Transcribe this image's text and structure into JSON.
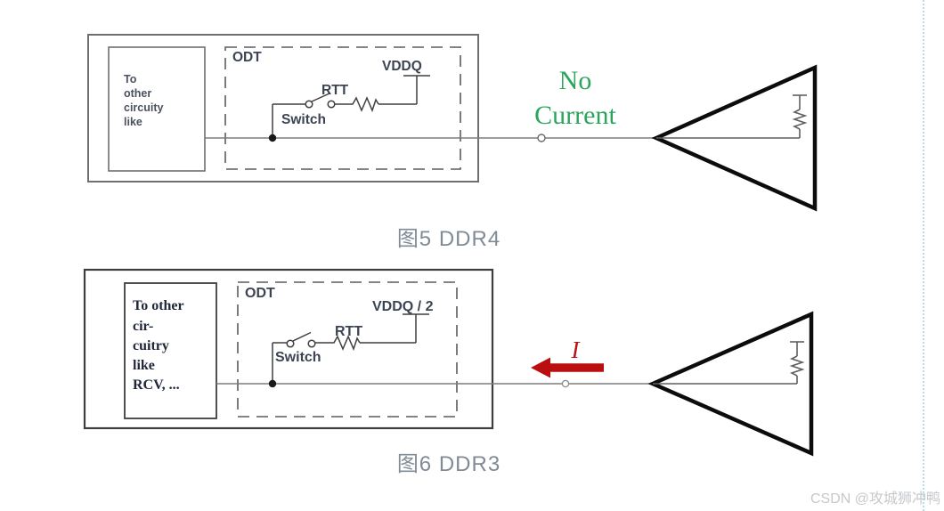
{
  "fig1": {
    "caption": "图5 DDR4",
    "box_line1": "To",
    "box_line2": "other",
    "box_line3": "circuity",
    "box_line4": "like",
    "odt": "ODT",
    "supply": "VDDQ",
    "rtt": "RTT",
    "switch": "Switch",
    "current_note_line1": "No",
    "current_note_line2": "Current"
  },
  "fig2": {
    "caption": "图6 DDR3",
    "box_line1": "To other",
    "box_line2": "cir-",
    "box_line3": "cuitry",
    "box_line4": "like",
    "box_line5": "RCV, ...",
    "odt": "ODT",
    "supply": "VDDQ / 2",
    "rtt": "RTT",
    "switch": "Switch",
    "current_label": "I"
  },
  "watermark": "CSDN @攻城狮冲鸭",
  "colors": {
    "no_current_green": "#2ba55c",
    "arrow_red": "#bb0f0f",
    "current_i_red": "#b51313",
    "caption_gray": "#808b96",
    "watermark_gray": "#c5c9cc",
    "selection_border_blue": "#b7dcee"
  }
}
